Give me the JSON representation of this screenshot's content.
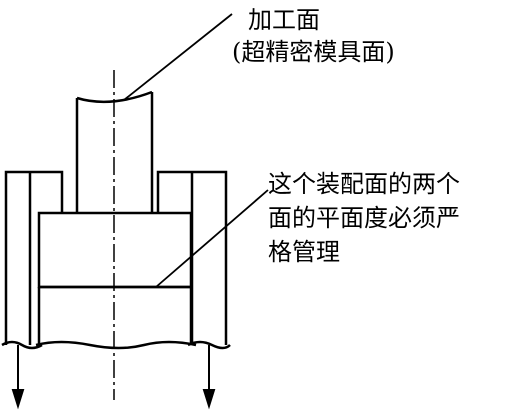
{
  "annotations": {
    "machined_surface": {
      "line1": "加工面",
      "line2": "(超精密模具面)"
    },
    "mating_surfaces": {
      "line1": "这个装配面的两个",
      "line2": "面的平面度必须严",
      "line3": "格管理"
    }
  },
  "colors": {
    "stroke": "#000000",
    "background": "#ffffff"
  }
}
